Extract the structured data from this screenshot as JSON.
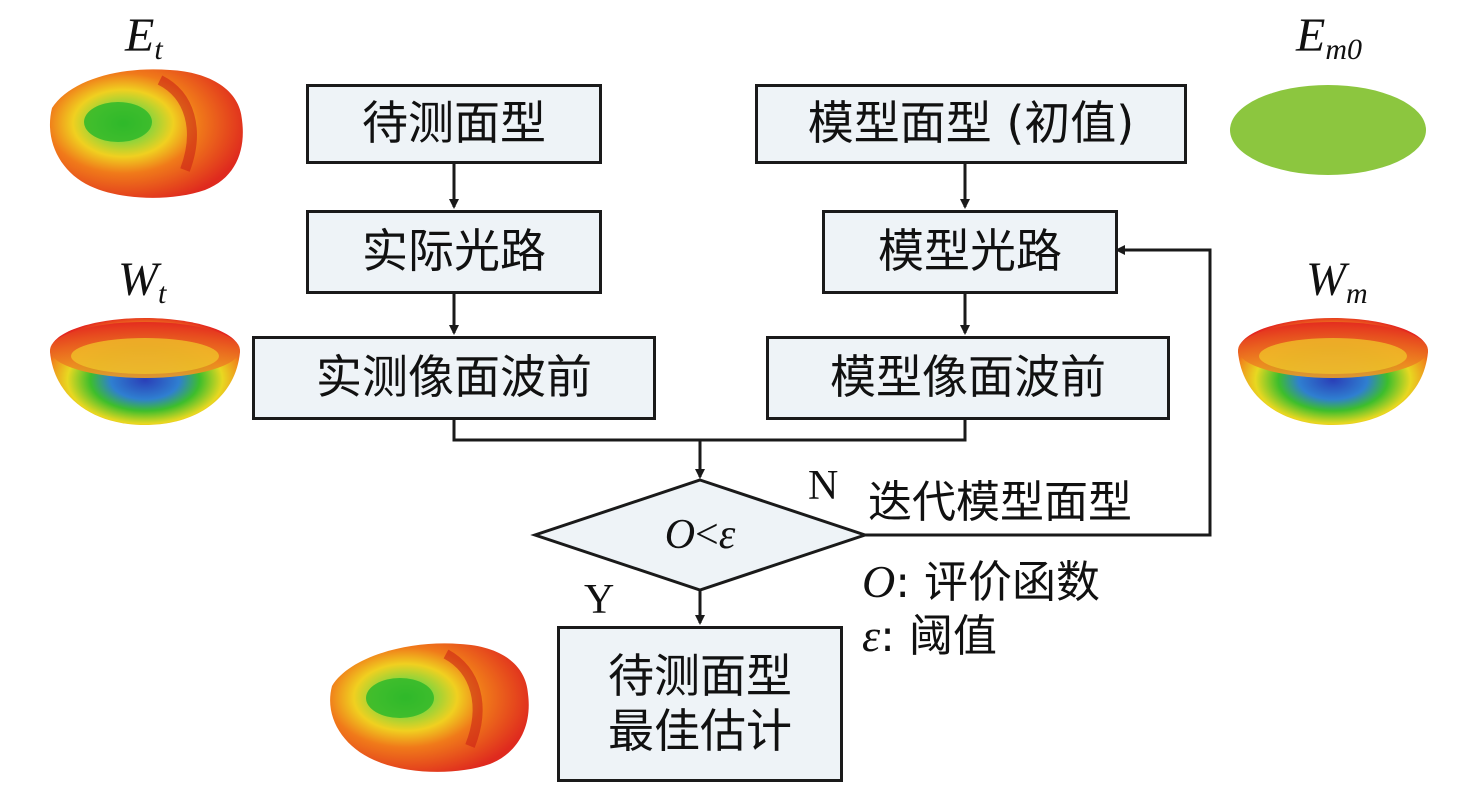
{
  "boxes": {
    "test_surface": "待测面型",
    "actual_path": "实际光路",
    "measured_wavefront": "实测像面波前",
    "model_surface_initial": "模型面型 (初值)",
    "model_path": "模型光路",
    "model_wavefront": "模型像面波前",
    "best_estimate_line1": "待测面型",
    "best_estimate_line2": "最佳估计"
  },
  "decision": {
    "left": "O",
    "op": "<",
    "right": "ε"
  },
  "branches": {
    "no": "N",
    "yes": "Y"
  },
  "iterate_label": "迭代模型面型",
  "legend": {
    "o_symbol": "O",
    "o_text": ": 评价函数",
    "eps_symbol": "ε",
    "eps_text": ": 阈值"
  },
  "variables": {
    "Et": {
      "base": "E",
      "sub": "t"
    },
    "Em0": {
      "base": "E",
      "sub": "m0"
    },
    "Wt": {
      "base": "W",
      "sub": "t"
    },
    "Wm": {
      "base": "W",
      "sub": "m"
    }
  },
  "colors": {
    "box_fill": "#eef3f7",
    "line": "#1a1a1a",
    "surface_red": "#e83a22",
    "surface_green": "#3dbe2c",
    "flat_green": "#8cc63f",
    "deep_blue": "#2a3fb8"
  }
}
